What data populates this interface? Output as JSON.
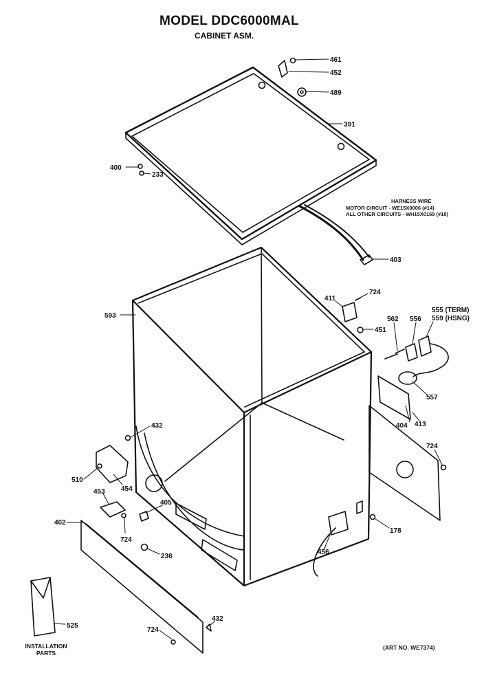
{
  "title": "MODEL DDC6000MAL",
  "subtitle": "CABINET ASM.",
  "harness": {
    "heading": "HARNESS WIRE",
    "line1": "MOTOR CIRCUIT - WE15X0006 (#14)",
    "line2": "ALL OTHER CIRCUITS - WH15X0169 (#18)"
  },
  "footer": {
    "installation_line1": "INSTALLATION",
    "installation_line2": "PARTS",
    "art_number": "(ART NO. WE7374)"
  },
  "parts": [
    {
      "label": "461"
    },
    {
      "label": "452"
    },
    {
      "label": "489"
    },
    {
      "label": "391"
    },
    {
      "label": "400"
    },
    {
      "label": "233"
    },
    {
      "label": "403"
    },
    {
      "label": "724"
    },
    {
      "label": "411"
    },
    {
      "label": "593"
    },
    {
      "label": "451"
    },
    {
      "label": "562"
    },
    {
      "label": "556"
    },
    {
      "label": "555 (TERM)"
    },
    {
      "label": "559 (HSNG)"
    },
    {
      "label": "557"
    },
    {
      "label": "404"
    },
    {
      "label": "413"
    },
    {
      "label": "724"
    },
    {
      "label": "432"
    },
    {
      "label": "510"
    },
    {
      "label": "454"
    },
    {
      "label": "453"
    },
    {
      "label": "405"
    },
    {
      "label": "724"
    },
    {
      "label": "236"
    },
    {
      "label": "402"
    },
    {
      "label": "456"
    },
    {
      "label": "178"
    },
    {
      "label": "525"
    },
    {
      "label": "432"
    },
    {
      "label": "724"
    }
  ]
}
